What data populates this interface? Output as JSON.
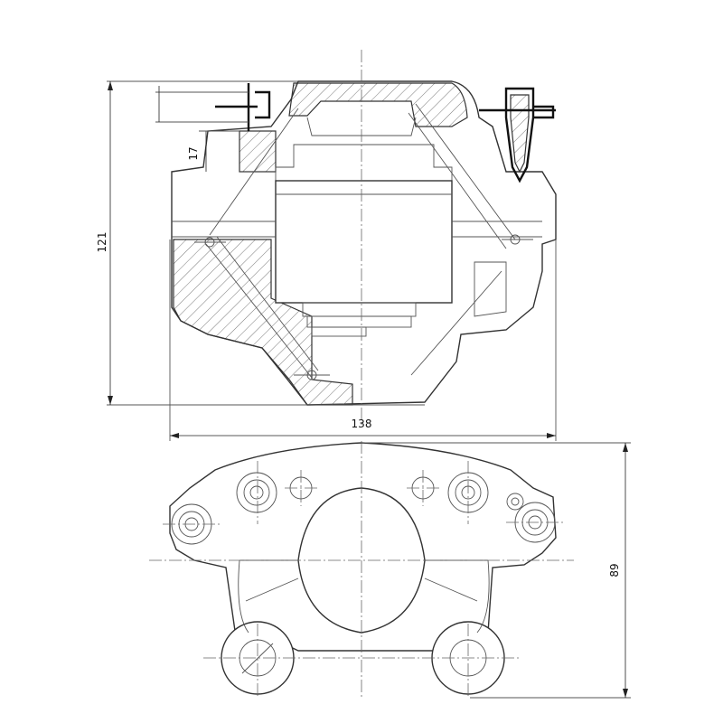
{
  "drawing": {
    "dimensions": {
      "overall_height": "121",
      "overall_width": "138",
      "bottom_view_height": "89",
      "fitting_offset": "17"
    }
  }
}
